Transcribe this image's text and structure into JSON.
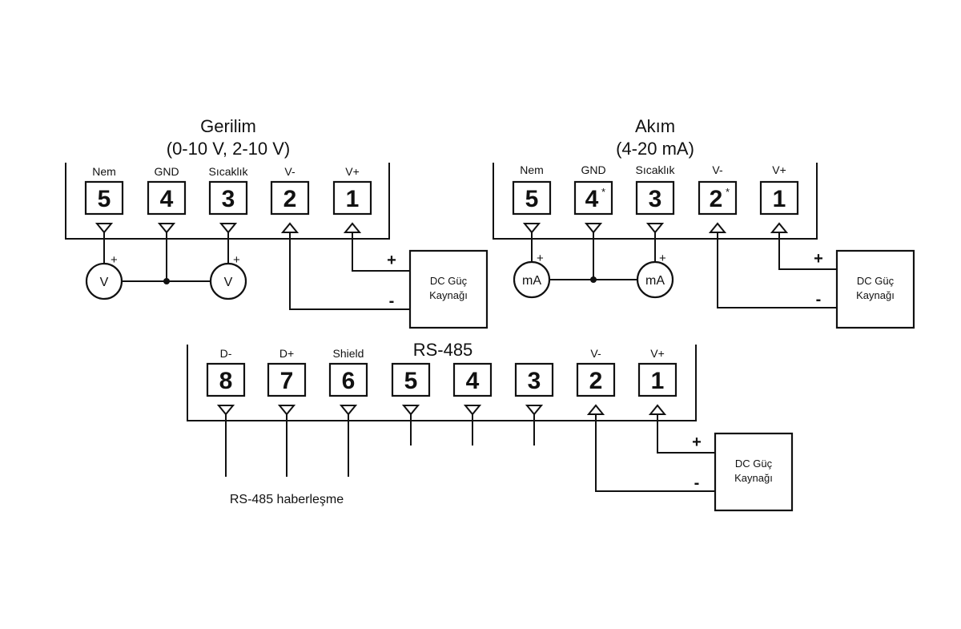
{
  "voltage": {
    "title": "Gerilim",
    "subtitle": "(0-10 V, 2-10 V)",
    "terminals": [
      {
        "label": "Nem",
        "num": "5",
        "star": ""
      },
      {
        "label": "GND",
        "num": "4",
        "star": ""
      },
      {
        "label": "Sıcaklık",
        "num": "3",
        "star": ""
      },
      {
        "label": "V-",
        "num": "2",
        "star": ""
      },
      {
        "label": "V+",
        "num": "1",
        "star": ""
      }
    ],
    "meter_left": "V",
    "meter_right": "V",
    "meter_plus": "+",
    "psu": {
      "line1": "DC Güç",
      "line2": "Kaynağı",
      "plus": "+",
      "minus": "-"
    }
  },
  "current": {
    "title": "Akım",
    "subtitle": "(4-20 mA)",
    "terminals": [
      {
        "label": "Nem",
        "num": "5",
        "star": ""
      },
      {
        "label": "GND",
        "num": "4",
        "star": "*"
      },
      {
        "label": "Sıcaklık",
        "num": "3",
        "star": ""
      },
      {
        "label": "V-",
        "num": "2",
        "star": "*"
      },
      {
        "label": "V+",
        "num": "1",
        "star": ""
      }
    ],
    "meter_left": "mA",
    "meter_right": "mA",
    "meter_plus": "+",
    "psu": {
      "line1": "DC Güç",
      "line2": "Kaynağı",
      "plus": "+",
      "minus": "-"
    }
  },
  "rs485": {
    "title": "RS-485",
    "terminals": [
      {
        "label": "D-",
        "num": "8"
      },
      {
        "label": "D+",
        "num": "7"
      },
      {
        "label": "Shield",
        "num": "6"
      },
      {
        "label": "",
        "num": "5"
      },
      {
        "label": "",
        "num": "4"
      },
      {
        "label": "",
        "num": "3"
      },
      {
        "label": "V-",
        "num": "2"
      },
      {
        "label": "V+",
        "num": "1"
      }
    ],
    "comm_label": "RS-485 haberleşme",
    "psu": {
      "line1": "DC Güç",
      "line2": "Kaynağı",
      "plus": "+",
      "minus": "-"
    }
  }
}
